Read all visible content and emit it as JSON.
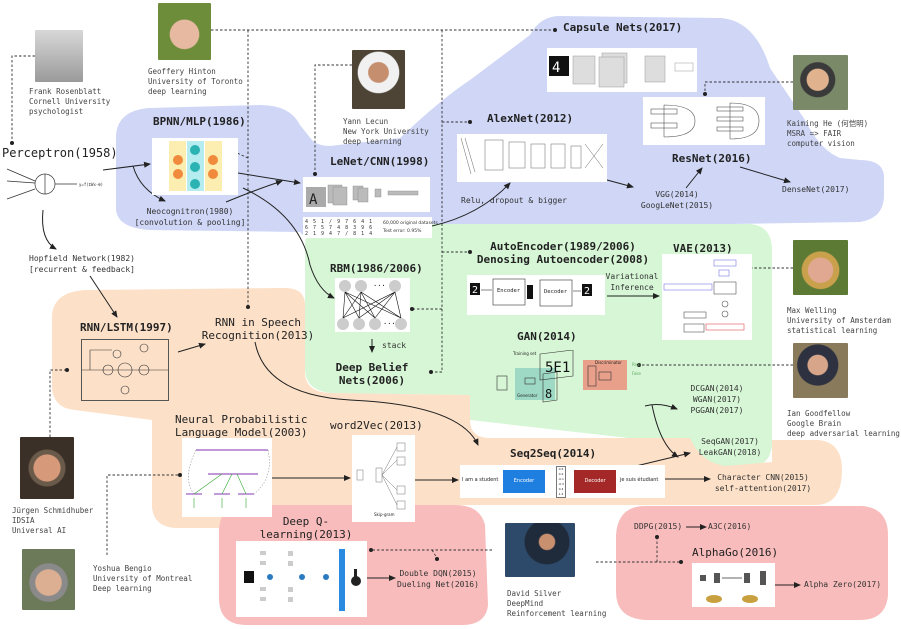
{
  "colors": {
    "cnn_region": "#cfd6f6",
    "generative_region": "#d6f6d6",
    "sequence_region": "#fce0c8",
    "rl_region": "#f9bcbc"
  },
  "people": {
    "rosenblatt": {
      "name": "Frank Rosenblatt",
      "affiliation": "Cornell University",
      "field": "psychologist"
    },
    "hinton": {
      "name": "Geoffery Hinton",
      "affiliation": "University of Toronto",
      "field": "deep learning"
    },
    "lecun": {
      "name": "Yann Lecun",
      "affiliation": "New York University",
      "field": "deep learning"
    },
    "he": {
      "name": "Kaiming He (何恺明)",
      "affiliation": "MSRA => FAIR",
      "field": "computer vision"
    },
    "welling": {
      "name": "Max Welling",
      "affiliation": "University of Amsterdam",
      "field": "statistical learning"
    },
    "goodfellow": {
      "name": "Ian Goodfellow",
      "affiliation": "Google Brain",
      "field": "deep adversarial learning"
    },
    "schmidhuber": {
      "name": "Jürgen Schmidhuber",
      "affiliation": "IDSIA",
      "field": "Universal AI"
    },
    "bengio": {
      "name": "Yoshua Bengio",
      "affiliation": "University of Montreal",
      "field": "Deep learning"
    },
    "silver": {
      "name": "David Silver",
      "affiliation": "DeepMind",
      "field": "Reinforcement learning"
    }
  },
  "nodes": {
    "perceptron": "Perceptron(1958)",
    "bpnn": "BPNN/MLP(1986)",
    "neocognitron": "Neocognitron(1980)",
    "neocognitron_note": "[convolution & pooling]",
    "hopfield": "Hopfield Network(1982)",
    "hopfield_note": "[recurrent & feedback]",
    "lenet": "LeNet/CNN(1998)",
    "lenet_dataset": "60,000 original datasets",
    "lenet_error": "Test error: 0.95%",
    "capsule": "Capsule Nets(2017)",
    "alexnet": "AlexNet(2012)",
    "alexnet_note": "Relu, dropout & bigger",
    "vgg": "VGG(2014)",
    "googlenet": "GoogLeNet(2015)",
    "resnet": "ResNet(2016)",
    "densenet": "DenseNet(2017)",
    "autoencoder": "AutoEncoder(1989/2006)",
    "denoising": "Denosing Autoencoder(2008)",
    "encoder": "Encoder",
    "decoder": "Decoder",
    "variational": "Variational",
    "inference": "Inference",
    "vae": "VAE(2013)",
    "rbm": "RBM(1986/2006)",
    "stack": "stack",
    "dbn1": "Deep Belief",
    "dbn2": "Nets(2006)",
    "rnn_lstm": "RNN/LSTM(1997)",
    "rnn_speech1": "RNN in Speech",
    "rnn_speech2": "Recognition(2013)",
    "gan": "GAN(2014)",
    "gan_training": "Training set",
    "gan_discriminator": "Discriminator",
    "gan_generator": "Generator",
    "gan_real": "Real",
    "gan_fake": "Fake",
    "dcgan": "DCGAN(2014)",
    "wgan": "WGAN(2017)",
    "pggan": "PGGAN(2017)",
    "seqgan": "SeqGAN(2017)",
    "leakgan": "LeakGAN(2018)",
    "seq2seq": "Seq2Seq(2014)",
    "seq_input": "I am a student",
    "seq_encoder": "Encoder",
    "seq_decoder": "Decoder",
    "seq_output": "je suis étudiant",
    "seq_vector": [
      "0.5",
      "0.2",
      "-0.1",
      "-0.3",
      "0.4",
      "1.2"
    ],
    "charcnn": "Character CNN(2015)",
    "attention": "self-attention(2017)",
    "nplm1": "Neural Probabilistic",
    "nplm2": "Language Model(2003)",
    "word2vec": "word2Vec(2013)",
    "skipgram": "Skip-gram",
    "dqn1": "Deep Q-",
    "dqn2": "learning(2013)",
    "double_dqn": "Double DQN(2015)",
    "dueling": "Dueling Net(2016)",
    "ddpg": "DDPG(2015)",
    "a3c": "A3C(2016)",
    "alphago": "AlphaGo(2016)",
    "alphazero": "Alpha Zero(2017)"
  }
}
